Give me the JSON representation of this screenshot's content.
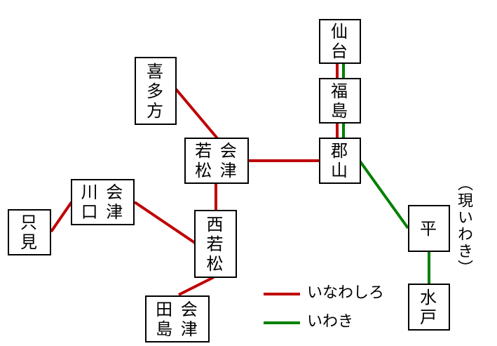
{
  "colors": {
    "red": "#c00000",
    "green": "#008000",
    "box_border": "#000000"
  },
  "stations": {
    "sendai": "仙\n台",
    "fukushima": "福\n島",
    "koriyama": "郡\n山",
    "kitakata": "喜\n多\n方",
    "aizuwakamatsu": "若 会\n松 津",
    "aizukawaguchi": "川 会\n口 津",
    "tadami": "只\n見",
    "nishiwakamatsu": "西\n若\n松",
    "aizutajima": "田 会\n島 津",
    "taira": "平",
    "mito": "水\n戸"
  },
  "note": "（現いわき）",
  "legend": [
    {
      "label": "いなわしろ",
      "color": "#c00000"
    },
    {
      "label": "いわき",
      "color": "#008000"
    }
  ]
}
